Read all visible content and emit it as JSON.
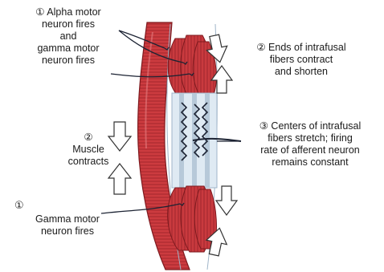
{
  "labels": {
    "alpha_gamma_fire": {
      "step": "①",
      "lines": [
        "Alpha motor",
        "neuron fires",
        "and",
        "gamma motor",
        "neuron fires"
      ]
    },
    "ends_contract": {
      "step": "②",
      "lines": [
        "Ends of intrafusal",
        "fibers contract",
        "and shorten"
      ]
    },
    "muscle_contracts": {
      "step": "②",
      "lines": [
        "Muscle",
        "contracts"
      ]
    },
    "centers_stretch": {
      "step": "③",
      "lines": [
        "Centers of intrafusal",
        "fibers stretch; firing",
        "rate of afferent neuron",
        "remains constant"
      ]
    },
    "gamma_fires": {
      "step": "①",
      "lines": [
        "Gamma motor",
        "neuron fires"
      ]
    }
  },
  "colors": {
    "muscle": "#c8383c",
    "muscle_dark": "#8e1f24",
    "spindle_center": "#d8e6f2",
    "nerve": "#1c2333",
    "arrow_outline": "#333333"
  }
}
